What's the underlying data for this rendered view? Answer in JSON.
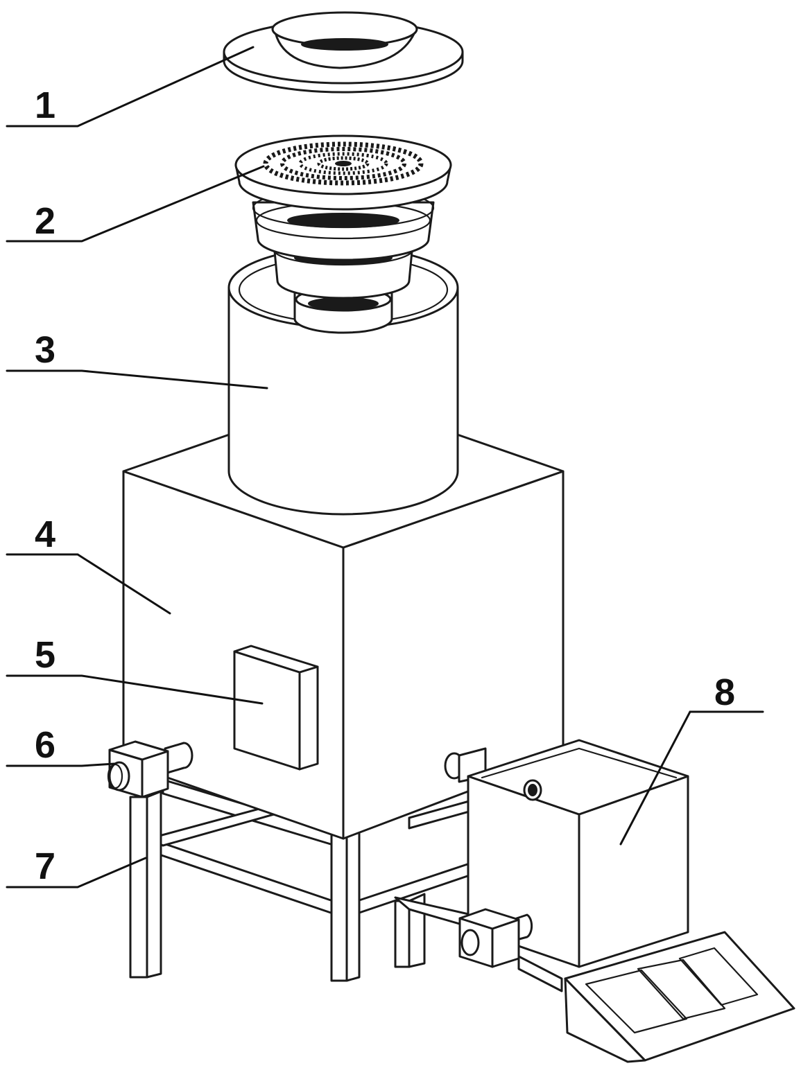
{
  "figure": {
    "part_labels": [
      {
        "id": "label-1",
        "text": "1"
      },
      {
        "id": "label-2",
        "text": "2"
      },
      {
        "id": "label-3",
        "text": "3"
      },
      {
        "id": "label-4",
        "text": "4"
      },
      {
        "id": "label-5",
        "text": "5"
      },
      {
        "id": "label-6",
        "text": "6"
      },
      {
        "id": "label-7",
        "text": "7"
      },
      {
        "id": "label-8",
        "text": "8"
      }
    ],
    "line_color": "#1a1a1a",
    "background": "#ffffff"
  }
}
